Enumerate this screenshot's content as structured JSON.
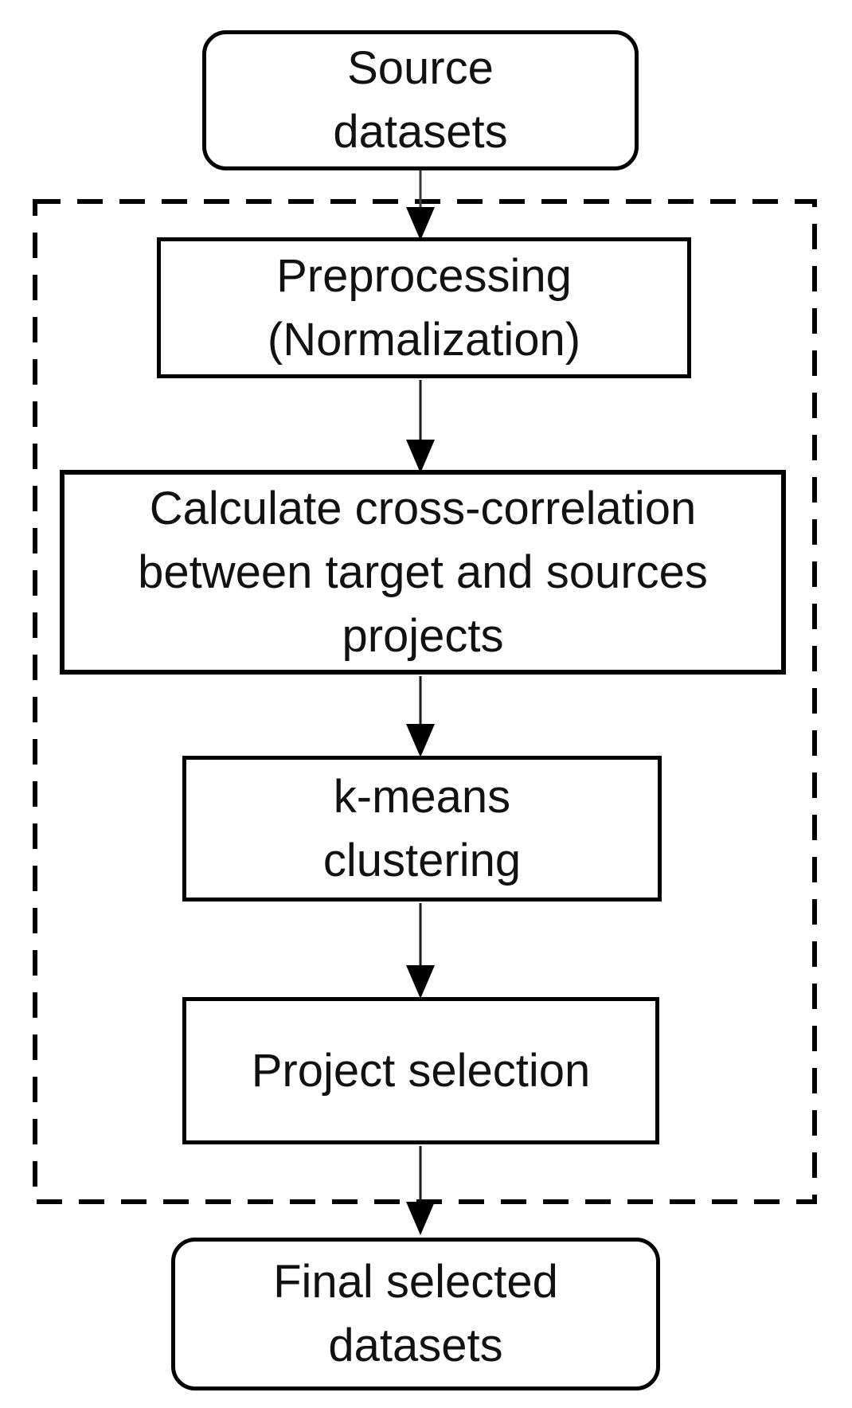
{
  "diagram": {
    "type": "flowchart",
    "orientation": "top-down",
    "colors": {
      "background": "#ffffff",
      "stroke": "#000000",
      "text": "#111111"
    },
    "nodes": {
      "source": {
        "label": "Source\ndatasets",
        "shape": "rounded-rectangle"
      },
      "preprocessing": {
        "label": "Preprocessing\n(Normalization)",
        "shape": "rectangle"
      },
      "cross_correlation": {
        "label": "Calculate cross-correlation\nbetween target and sources\nprojects",
        "shape": "rectangle"
      },
      "kmeans": {
        "label": "k-means\nclustering",
        "shape": "rectangle"
      },
      "project_selection": {
        "label": "Project selection",
        "shape": "rectangle"
      },
      "final": {
        "label": "Final selected\ndatasets",
        "shape": "rounded-rectangle"
      }
    },
    "edges": [
      {
        "from": "source",
        "to": "preprocessing"
      },
      {
        "from": "preprocessing",
        "to": "cross_correlation"
      },
      {
        "from": "cross_correlation",
        "to": "kmeans"
      },
      {
        "from": "kmeans",
        "to": "project_selection"
      },
      {
        "from": "project_selection",
        "to": "final"
      }
    ],
    "groups": [
      {
        "id": "pipeline_stage",
        "style": "dashed-border",
        "contains": [
          "preprocessing",
          "cross_correlation",
          "kmeans",
          "project_selection"
        ]
      }
    ]
  }
}
